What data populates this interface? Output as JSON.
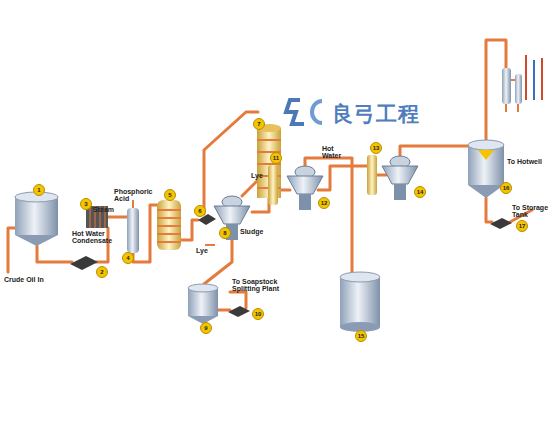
{
  "diagram": {
    "labels": [
      "良弓工程",
      "7",
      "To Hotwell",
      "Hot Water",
      "11",
      "13",
      "16",
      "1",
      "Phosphoric Acid",
      "5",
      "3",
      "Steam",
      "Lye",
      "12",
      "14",
      "To Storage Tank",
      "6",
      "Sludge",
      "8",
      "Hot Water Condensate",
      "17",
      "Lye",
      "4",
      "2",
      "Crude Oil In",
      "To Soapstock Splitting Plant",
      "9",
      "10",
      "15"
    ]
  }
}
